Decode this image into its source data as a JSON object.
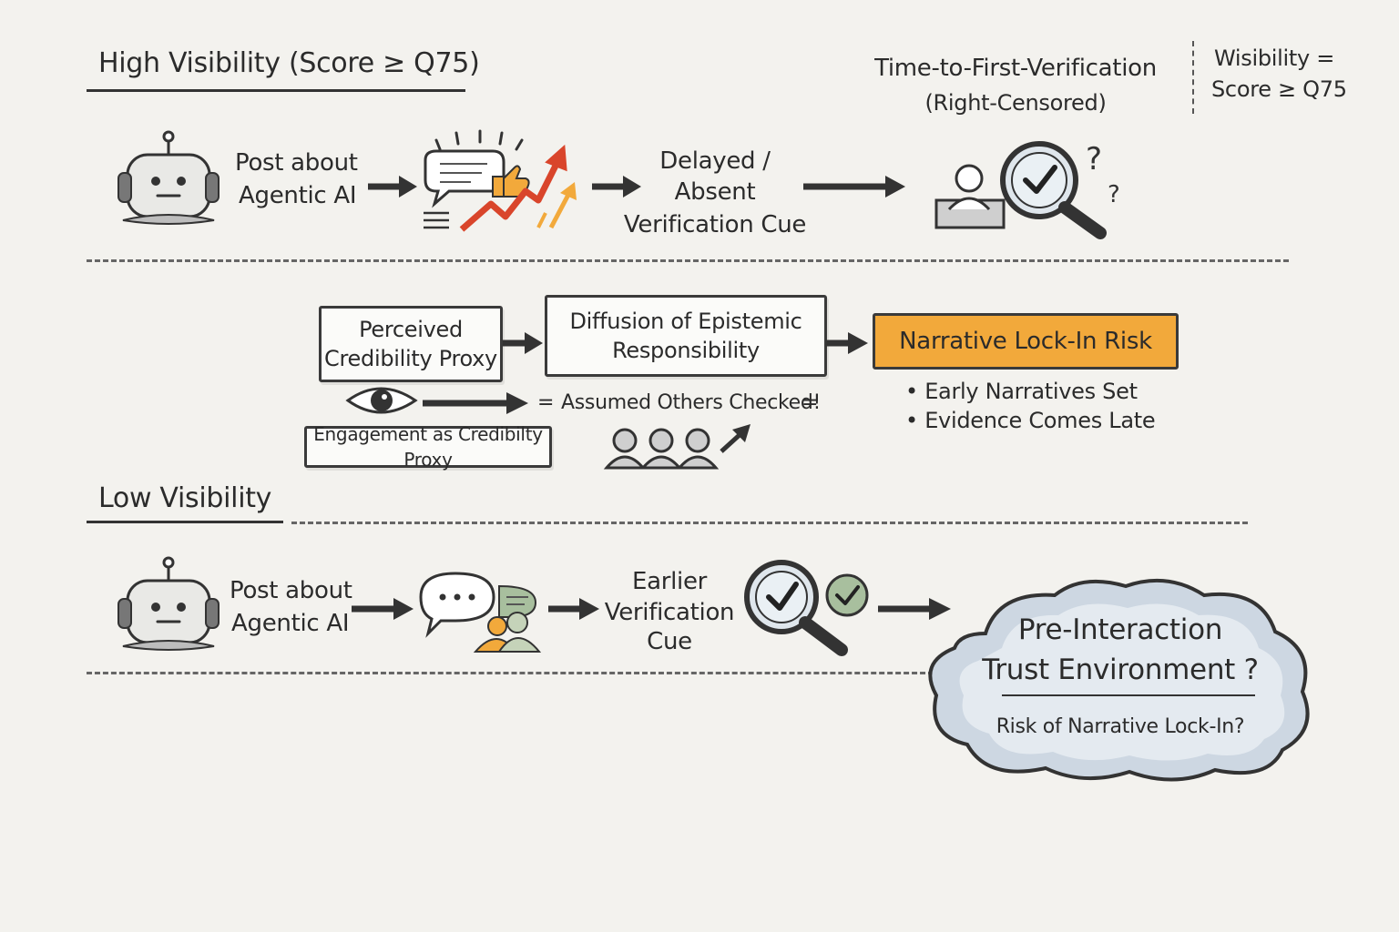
{
  "high": {
    "title": "High Visibility (Score ≥ Q75)",
    "post": [
      "Post about",
      "Agentic AI"
    ],
    "cue": [
      "Delayed /",
      "Absent",
      "Verification Cue"
    ]
  },
  "ttfv": {
    "title": "Time-to-First-Verification",
    "subtitle": "(Right-Censored)"
  },
  "legend": {
    "line1": "Wisibility =",
    "line2": "Score ≥ Q75"
  },
  "mechanism": {
    "proxy_box": [
      "Perceived",
      "Credibility Proxy"
    ],
    "diffusion_box": [
      "Diffusion of Epistemic",
      "Responsibility"
    ],
    "lockin_box": "Narrative Lock-In Risk",
    "bullets": [
      "Early Narratives Set",
      "Evidence Comes Late"
    ],
    "assumed": "Assumed Others Checked!",
    "engagement_box": "Engagement as Credibilty Proxy"
  },
  "low": {
    "title": "Low Visibility",
    "post": [
      "Post about",
      "Agentic AI"
    ],
    "cue": [
      "Earlier",
      "Verification",
      "Cue"
    ]
  },
  "cloud": {
    "title": [
      "Pre-Interaction",
      "Trust Environment ?"
    ],
    "subtitle": "Risk of Narrative Lock-In?"
  },
  "colors": {
    "accent_orange": "#f2a93b",
    "arrow_red": "#d9452b",
    "check_green": "#8fb287",
    "cloud_blue": "#cdd7e2",
    "ink": "#2b2b2b"
  },
  "icons": [
    "robot-icon",
    "speech-bubble-icon",
    "thumbs-up-icon",
    "trending-arrow-icon",
    "user-icon",
    "magnifier-check-icon",
    "question-mark-icon",
    "eye-icon",
    "people-group-icon",
    "chat-bubble-icon",
    "check-circle-icon",
    "cloud-shape"
  ]
}
